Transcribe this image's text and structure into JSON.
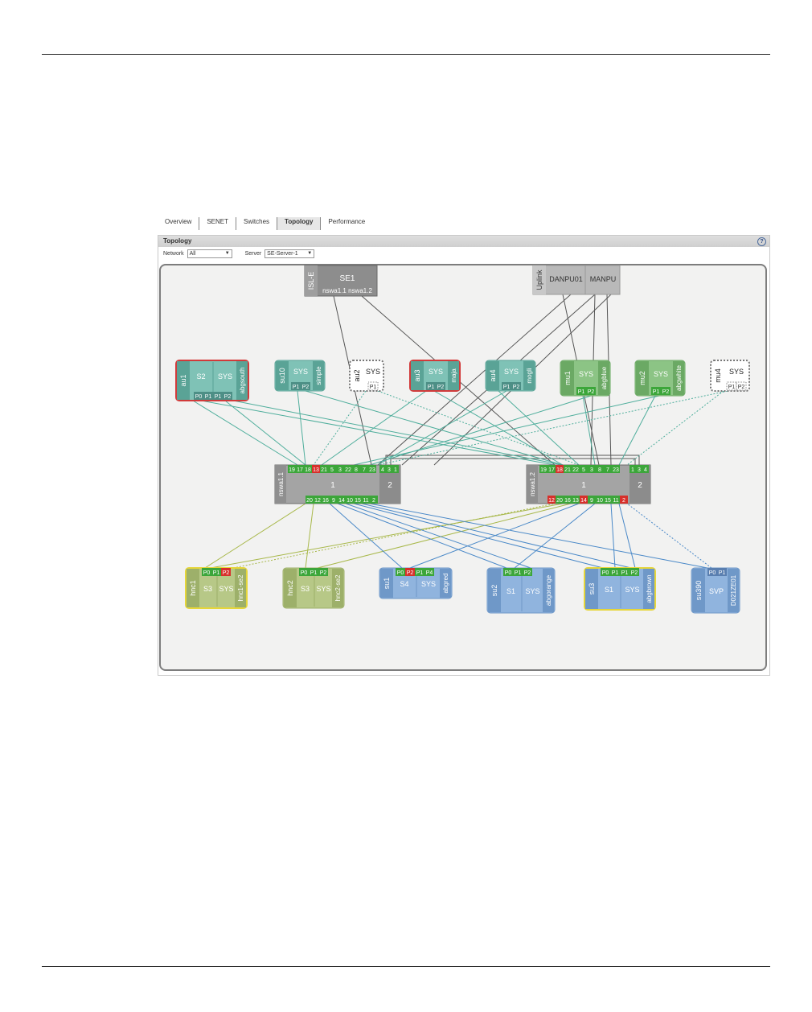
{
  "tabs": [
    {
      "label": "Overview"
    },
    {
      "label": "SENET"
    },
    {
      "label": "Switches"
    },
    {
      "label": "Topology",
      "active": true
    },
    {
      "label": "Performance"
    }
  ],
  "panel": {
    "title": "Topology",
    "help_icon": "help-icon",
    "help_glyph": "?"
  },
  "filters": {
    "network_label": "Network",
    "network_value": "All",
    "server_label": "Server",
    "server_value": "SE-Server-1"
  },
  "colors": {
    "green": "#3ca63a",
    "red": "#d7302b",
    "teal": "#77bdb0",
    "olive": "#b5c77f",
    "blue": "#8fb3dc",
    "gray": "#9a9a9a"
  },
  "top": {
    "isl": {
      "side": "ISL-E",
      "name": "SE1",
      "ports": "nswa1.1 nswa1.2"
    },
    "uplink": {
      "side": "Uplink",
      "cells": [
        "DANPU01",
        "MANPU"
      ]
    }
  },
  "row1": [
    {
      "id": "au1",
      "side": "au1",
      "cells": [
        "S2",
        "SYS"
      ],
      "right": "abgsouth",
      "ports": [
        "P0",
        "P1",
        "P1",
        "P2"
      ],
      "port_state": [
        "n",
        "n",
        "n",
        "n"
      ],
      "color": "teal",
      "border": "red"
    },
    {
      "id": "su10",
      "side": "su10",
      "cells": [
        "SYS"
      ],
      "right": "simple",
      "ports": [
        "P1",
        "P2"
      ],
      "port_state": [
        "n",
        "n"
      ],
      "color": "teal",
      "border": "none"
    },
    {
      "id": "au2",
      "side": "au2",
      "cells": [
        "SYS"
      ],
      "right": "",
      "ports": [
        "P1"
      ],
      "port_state": [
        "d"
      ],
      "color": "white",
      "border": "dotted"
    },
    {
      "id": "au3",
      "side": "au3",
      "cells": [
        "SYS"
      ],
      "right": "maja",
      "ports": [
        "P1",
        "P2"
      ],
      "port_state": [
        "n",
        "n"
      ],
      "color": "teal",
      "border": "red"
    },
    {
      "id": "au4",
      "side": "au4",
      "cells": [
        "SYS"
      ],
      "right": "mogli",
      "ports": [
        "P1",
        "P2"
      ],
      "port_state": [
        "n",
        "n"
      ],
      "color": "teal",
      "border": "none"
    },
    {
      "id": "mu1",
      "side": "mu1",
      "cells": [
        "SYS"
      ],
      "right": "abgblue",
      "ports": [
        "P1",
        "P2"
      ],
      "port_state": [
        "g",
        "g"
      ],
      "color": "green",
      "border": "none"
    },
    {
      "id": "mu2",
      "side": "mu2",
      "cells": [
        "SYS"
      ],
      "right": "abgwhite",
      "ports": [
        "P1",
        "P2"
      ],
      "port_state": [
        "g",
        "g"
      ],
      "color": "green",
      "border": "none"
    },
    {
      "id": "mu4",
      "side": "mu4",
      "cells": [
        "SYS"
      ],
      "right": "",
      "ports": [
        "P1",
        "P2"
      ],
      "port_state": [
        "d",
        "d"
      ],
      "color": "white",
      "border": "dotted"
    }
  ],
  "switches": [
    {
      "id": "nswa1.1",
      "side": "nswa1.1",
      "top_ports": [
        "19",
        "17",
        "18",
        "13",
        "21",
        "5",
        "3",
        "22",
        "8",
        "7",
        "23"
      ],
      "top_state": [
        "g",
        "g",
        "g",
        "r",
        "g",
        "g",
        "g",
        "g",
        "g",
        "g",
        "g"
      ],
      "bottom_ports": [
        "20",
        "12",
        "16",
        "9",
        "14",
        "10",
        "15",
        "11",
        "2"
      ],
      "bottom_state": [
        "g",
        "g",
        "g",
        "g",
        "g",
        "g",
        "g",
        "g",
        "g"
      ],
      "module1": "1",
      "module2": "2",
      "right_ports": [
        "4",
        "3",
        "1"
      ]
    },
    {
      "id": "nswa1.2",
      "side": "nswa1.2",
      "top_ports": [
        "19",
        "17",
        "18",
        "21",
        "22",
        "5",
        "3",
        "8",
        "7",
        "23"
      ],
      "top_state": [
        "g",
        "g",
        "r",
        "g",
        "g",
        "g",
        "g",
        "g",
        "g",
        "g"
      ],
      "bottom_ports": [
        "12",
        "20",
        "16",
        "13",
        "14",
        "9",
        "10",
        "15",
        "11",
        "2"
      ],
      "bottom_state": [
        "r",
        "g",
        "g",
        "g",
        "r",
        "g",
        "g",
        "g",
        "g",
        "r"
      ],
      "module1": "1",
      "module2": "2",
      "right_ports": [
        "1",
        "3",
        "4"
      ]
    }
  ],
  "row3": [
    {
      "id": "hnc1",
      "side": "hnc1",
      "cells": [
        "S3",
        "SYS"
      ],
      "right": "hnc1-se2",
      "ports": [
        "P0",
        "P1",
        "P2"
      ],
      "port_state": [
        "g",
        "g",
        "r"
      ],
      "color": "olive",
      "border": "yellow"
    },
    {
      "id": "hnc2",
      "side": "hnc2",
      "cells": [
        "S3",
        "SYS"
      ],
      "right": "hnc2-se2",
      "ports": [
        "P0",
        "P1",
        "P2"
      ],
      "port_state": [
        "g",
        "g",
        "g"
      ],
      "color": "olive",
      "border": "none"
    },
    {
      "id": "su1",
      "side": "su1",
      "cells": [
        "S4",
        "SYS"
      ],
      "right": "abgred",
      "ports": [
        "P0",
        "P2",
        "P1",
        "P4"
      ],
      "port_state": [
        "g",
        "r",
        "g",
        "g"
      ],
      "color": "blue",
      "border": "none"
    },
    {
      "id": "su2",
      "side": "su2",
      "cells": [
        "S1",
        "SYS"
      ],
      "right": "abgorange",
      "ports": [
        "P0",
        "P1",
        "P2"
      ],
      "port_state": [
        "g",
        "g",
        "g"
      ],
      "color": "blue",
      "border": "none"
    },
    {
      "id": "su3",
      "side": "su3",
      "cells": [
        "S1",
        "SYS"
      ],
      "right": "abgbrown",
      "ports": [
        "P0",
        "P1",
        "P1",
        "P2"
      ],
      "port_state": [
        "g",
        "g",
        "g",
        "g"
      ],
      "color": "blue",
      "border": "yellow"
    },
    {
      "id": "su390",
      "side": "su390",
      "cells": [
        "SVP"
      ],
      "right": "D021ZE01",
      "ports": [
        "P0",
        "P1"
      ],
      "port_state": [
        "n",
        "n"
      ],
      "color": "blue",
      "border": "none"
    }
  ]
}
